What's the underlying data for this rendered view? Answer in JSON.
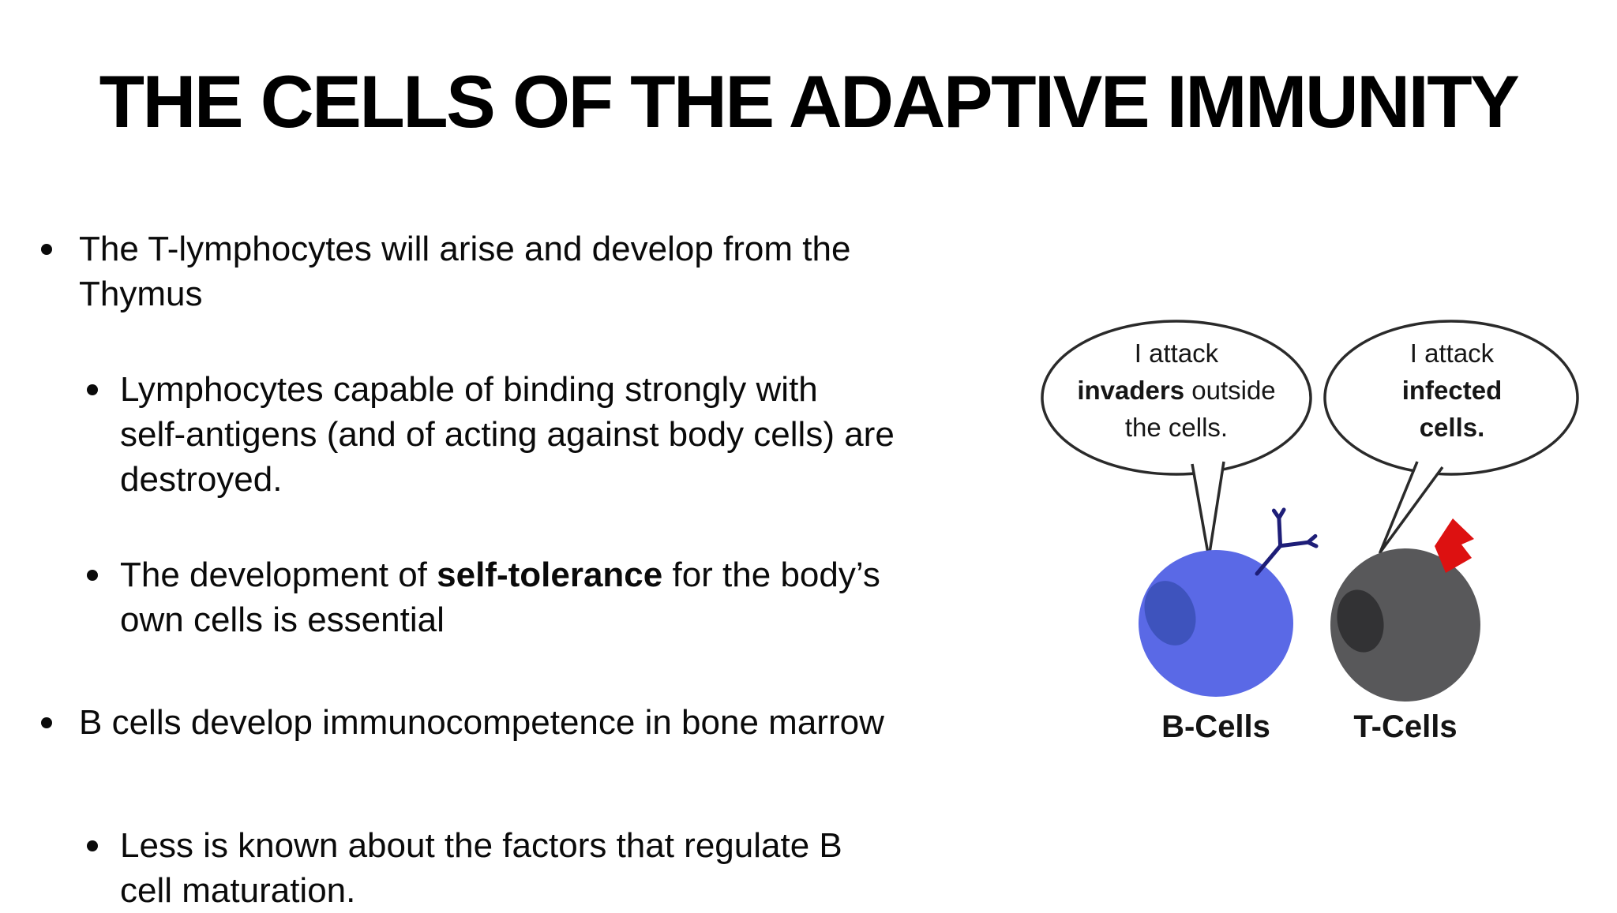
{
  "slide": {
    "title": "THE CELLS OF THE ADAPTIVE IMMUNITY",
    "bullets": {
      "b1": {
        "line1": "The T-lymphocytes will arise and develop from the",
        "line2": "Thymus"
      },
      "b2": {
        "line1": "Lymphocytes capable of binding strongly with",
        "line2": "self-antigens (and of acting against body cells) are",
        "line3": "destroyed."
      },
      "b3": {
        "line1_pre": "The development of ",
        "line1_bold": "self-tolerance",
        "line1_post": " for the body’s",
        "line2": "own cells is essential"
      },
      "b4": {
        "line1": "B cells develop immunocompetence in bone marrow"
      },
      "b5": {
        "line1": "Less is known about the factors that regulate B",
        "line2": "cell maturation."
      }
    },
    "diagram": {
      "b_bubble": {
        "line1": "I attack",
        "line2_bold": "invaders",
        "line2_rest": " outside",
        "line3": "the cells."
      },
      "t_bubble": {
        "line1": "I attack",
        "line2_bold": "infected",
        "line3_bold": "cells."
      },
      "b_label": "B-Cells",
      "t_label": "T-Cells",
      "colors": {
        "outline": "#2a2a2a",
        "b_cell": "#5a69e6",
        "b_nucleus": "#3e53bd",
        "t_cell": "#58585a",
        "t_nucleus": "#323234",
        "antibody": "#1e1e78",
        "flag": "#dd1111"
      }
    }
  }
}
